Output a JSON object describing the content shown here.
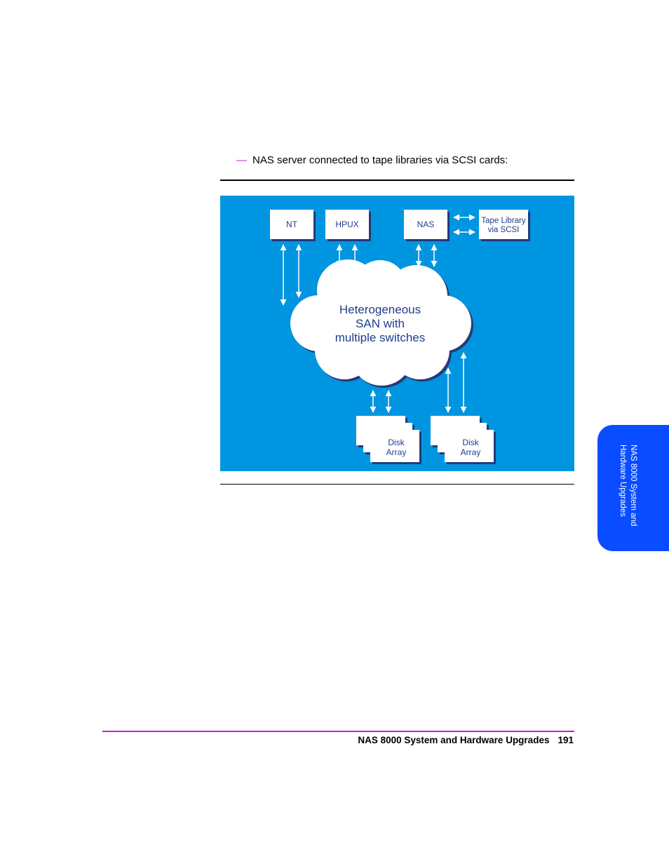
{
  "body": {
    "bullet_dash": "—",
    "bullet_text": "NAS server connected to tape libraries via SCSI cards:"
  },
  "figure": {
    "nodes": {
      "nt": "NT",
      "hpux": "HPUX",
      "nas": "NAS",
      "tape_line1": "Tape Library",
      "tape_line2": "via SCSI",
      "cloud_line1": "Heterogeneous",
      "cloud_line2": "SAN with",
      "cloud_line3": "multiple switches",
      "disk1_line1": "Disk",
      "disk1_line2": "Array",
      "disk2_line1": "Disk",
      "disk2_line2": "Array"
    },
    "colors": {
      "background": "#0095e0",
      "box": "#ffffff",
      "box_shadow": "#243a7a",
      "text": "#1f3d8c",
      "arrow": "#ffffff"
    }
  },
  "side_tab": {
    "line1": "NAS 8000 System and",
    "line2": "Hardware Upgrades",
    "color": "#0a4cff"
  },
  "footer": {
    "title": "NAS 8000 System and Hardware Upgrades",
    "page_number": "191",
    "rule_color": "#c21fcb"
  }
}
